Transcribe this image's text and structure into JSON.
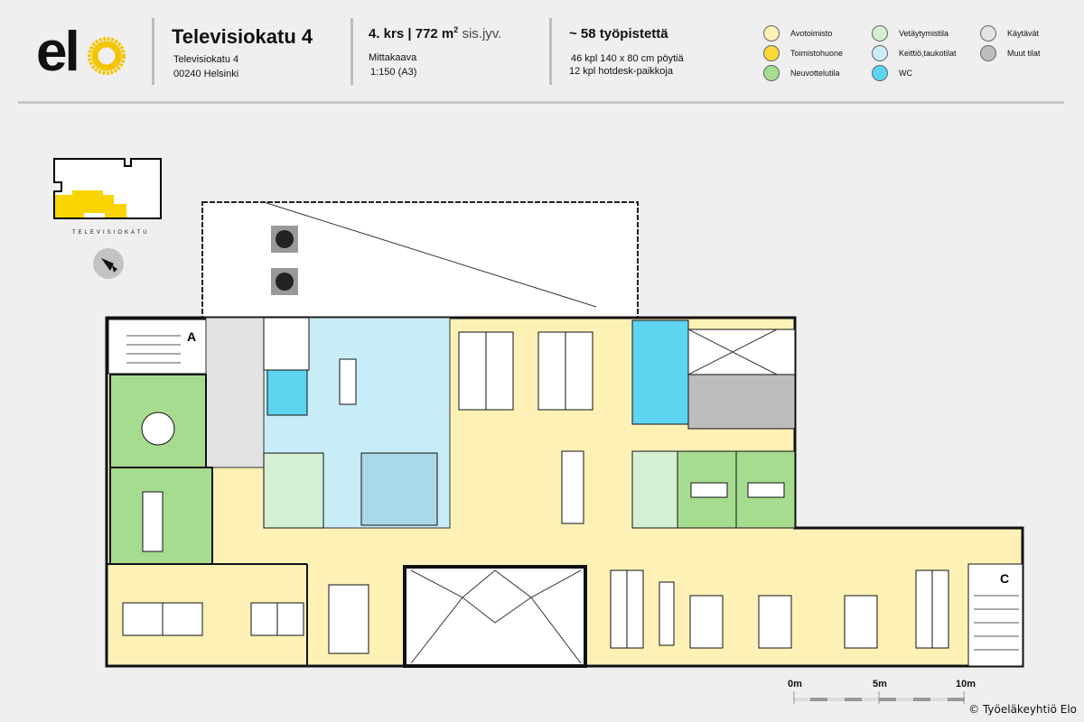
{
  "header": {
    "logo_text": "elo",
    "building": "Televisiokatu 4",
    "address_line1": "Televisiokatu 4",
    "address_line2": "00240 Helsinki",
    "floor_area": "4. krs | 772 m",
    "area_sup": "2",
    "area_suffix": " sis.jyv.",
    "scale_label": "Mittakaava",
    "scale_value": "1:150 (A3)",
    "workstations": "~ 58 työpistettä",
    "desks": "46 kpl 140 x 80 cm pöytiä",
    "hotdesks": "12 kpl hotdesk-paikkoja"
  },
  "legend": [
    {
      "label": "Avotoimisto",
      "color": "#fdf1b6"
    },
    {
      "label": "Toimistohuone",
      "color": "#f9d93a"
    },
    {
      "label": "Neuvottelutila",
      "color": "#a6dc8f"
    },
    {
      "label": "Vetäytymistila",
      "color": "#d3f0d3"
    },
    {
      "label": "Keittiö,taukotilat",
      "color": "#c8edf8"
    },
    {
      "label": "WC",
      "color": "#5dd4f0"
    },
    {
      "label": "Käytävät",
      "color": "#e2e2e2"
    },
    {
      "label": "Muut tilat",
      "color": "#bdbdbd"
    }
  ],
  "keymap": {
    "street": "TELEVISIOKATU"
  },
  "plan": {
    "stair_a": "A",
    "stair_c": "C"
  },
  "scalebar": {
    "t0": "0m",
    "t5": "5m",
    "t10": "10m"
  },
  "footer": {
    "copyright": "© Työeläkeyhtiö Elo"
  }
}
